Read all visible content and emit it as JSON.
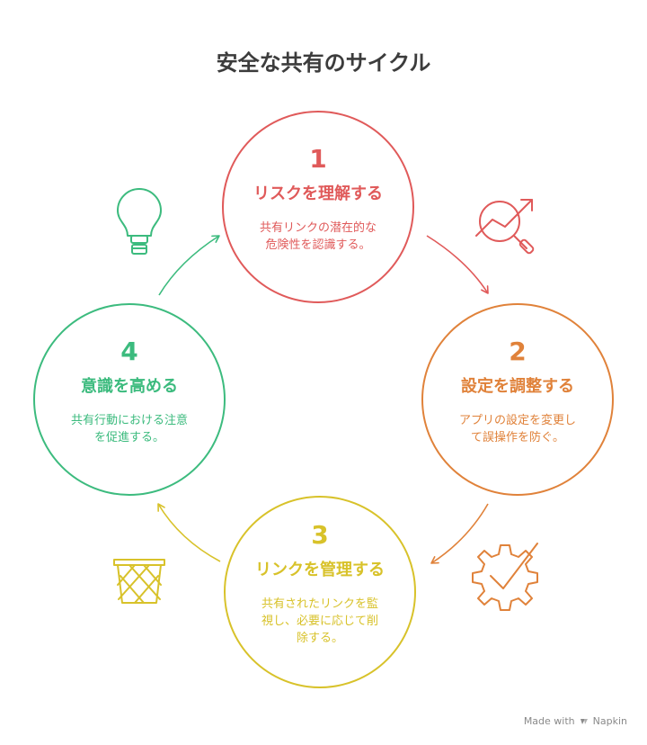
{
  "title": "安全な共有のサイクル",
  "steps": [
    {
      "num": "1",
      "heading": "リスクを理解する",
      "desc_line1": "共有リンクの潜在的な",
      "desc_line2": "危険性を認識する。",
      "desc_line3": "",
      "color": "#e05a5a"
    },
    {
      "num": "2",
      "heading": "設定を調整する",
      "desc_line1": "アプリの設定を変更し",
      "desc_line2": "て誤操作を防ぐ。",
      "desc_line3": "",
      "color": "#e0823a"
    },
    {
      "num": "3",
      "heading": "リンクを管理する",
      "desc_line1": "共有されたリンクを監",
      "desc_line2": "視し、必要に応じて削",
      "desc_line3": "除する。",
      "color": "#d8c22a"
    },
    {
      "num": "4",
      "heading": "意識を高める",
      "desc_line1": "共有行動における注意",
      "desc_line2": "を促進する。",
      "desc_line3": "",
      "color": "#3cbb7e"
    }
  ],
  "icons": {
    "step1": "magnifier-chart-icon",
    "step2": "gear-check-icon",
    "step3": "trash-basket-icon",
    "step4": "lightbulb-icon"
  },
  "footer": {
    "made_with": "Made with",
    "brand": "Napkin"
  }
}
